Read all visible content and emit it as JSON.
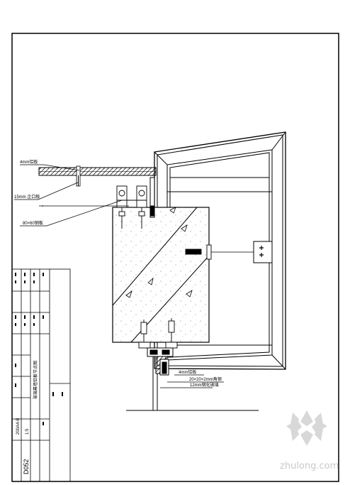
{
  "callouts": {
    "c1": "4mm铝板",
    "c2": "15mm 企口板",
    "c3": "80×60钢板",
    "c4": "4mm铝板",
    "c5": "20×20×2mm角钢",
    "c6": "12mm钢化玻璃"
  },
  "title_block": {
    "drawing_title": "玻璃幕墙铝板节点图",
    "sheet_no": "D052",
    "scale": "1:5",
    "paper": "200A4-B"
  },
  "watermark": {
    "text": "zhulong.com",
    "icon": "zhulong-logo-icon"
  }
}
